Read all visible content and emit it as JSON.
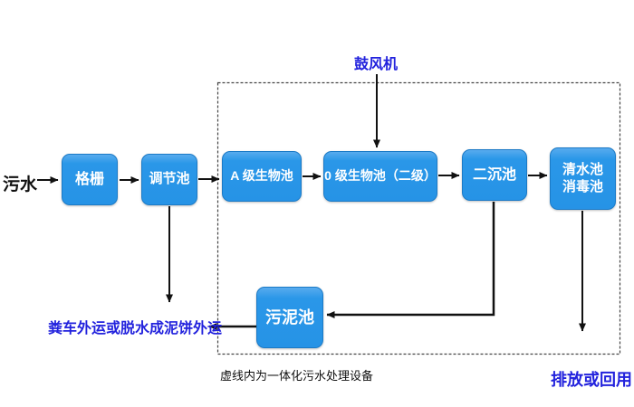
{
  "diagram": {
    "source_label": "污水",
    "blower_label": "鼓风机",
    "sludge_out_label": "粪车外运或脱水成泥饼外运",
    "discharge_label": "排放或回用",
    "boundary_caption": "虚线内为一体化污水处理设备",
    "nodes": {
      "grid": "格栅",
      "regulating": "调节池",
      "a_bio": "A 级生物池",
      "o_bio": "0 级生物池（二级）",
      "secondary_sed": "二沉池",
      "clear_water_line1": "清水池",
      "clear_water_line2": "消毒池",
      "sludge": "污泥池"
    },
    "colors": {
      "node_fill": "#2693e6",
      "node_border": "#1b7ac6",
      "node_text": "#ffffff",
      "accent_text": "#2222dd",
      "arrow": "#111111",
      "boundary": "#444444",
      "background": "#ffffff"
    }
  }
}
